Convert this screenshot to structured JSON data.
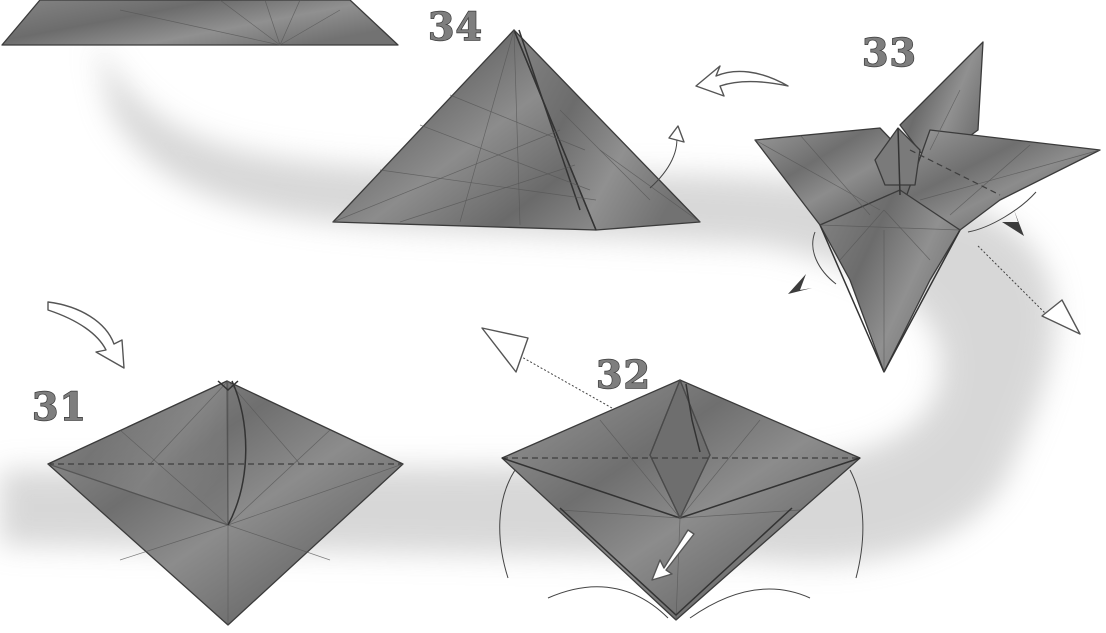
{
  "steps": [
    {
      "number": "31"
    },
    {
      "number": "32"
    },
    {
      "number": "33"
    },
    {
      "number": "34"
    }
  ]
}
